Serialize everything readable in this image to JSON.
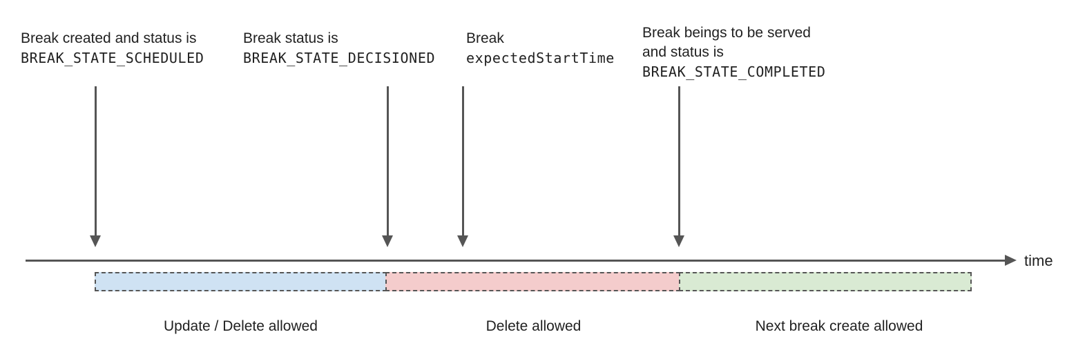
{
  "annotations": {
    "a1": {
      "line1": "Break created and status is",
      "code": "BREAK_STATE_SCHEDULED"
    },
    "a2": {
      "line1": "Break status is",
      "code": "BREAK_STATE_DECISIONED"
    },
    "a3": {
      "line1": "Break",
      "code": "expectedStartTime"
    },
    "a4": {
      "line1": "Break beings to be served",
      "line2": "and status is",
      "code": "BREAK_STATE_COMPLETED"
    }
  },
  "timeline": {
    "axis_label": "time"
  },
  "segments": {
    "blue": {
      "label": "Update / Delete allowed",
      "fill": "#cfe2f3"
    },
    "red": {
      "label": "Delete allowed",
      "fill": "#f4cccc"
    },
    "green": {
      "label": "Next break create allowed",
      "fill": "#d9ead3"
    }
  },
  "colors": {
    "line_gray": "#555555",
    "dash_border": "#555555",
    "text": "#212121",
    "background": "#ffffff"
  }
}
